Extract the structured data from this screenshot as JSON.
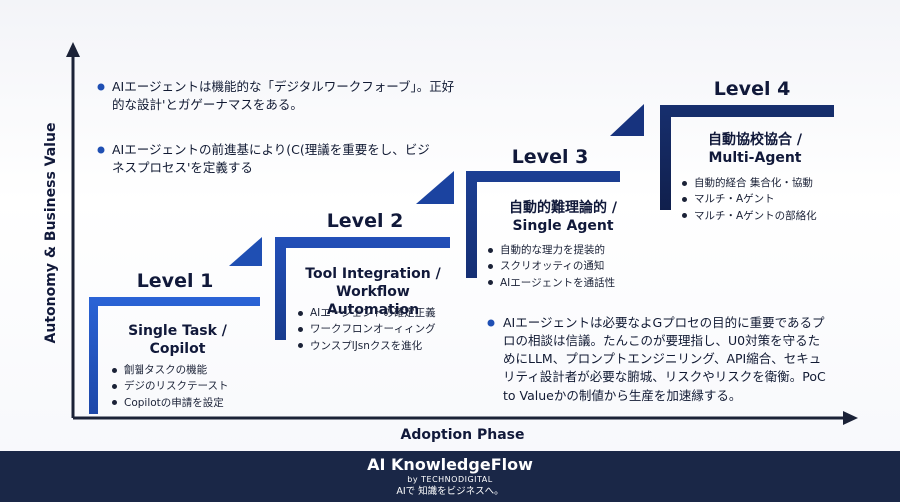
{
  "axes": {
    "y_label": "Autonomy & Business Value",
    "x_label": "Adoption Phase"
  },
  "notes_top": [
    "AIエージェントは機能的な「デジタルワークフォーブ」。正好的な設計'とガゲーナマスをある。",
    "AIエージェントの前進基により(C(理議を重要をし、ビジネスプロセス'を定義する"
  ],
  "levels": [
    {
      "label": "Level 1",
      "title_lines": [
        "Single Task /",
        "Copilot"
      ],
      "items": [
        "劊휆タスクの機能",
        "デジのリスクテースト",
        "Copilotの申請を設定"
      ]
    },
    {
      "label": "Level 2",
      "title_lines": [
        "Tool Integration /",
        "Workflow Automation"
      ],
      "items": [
        "AIエージェントの確定正義",
        "ワークフロンオーィィング",
        "ウンスプlJsnクスを進化"
      ]
    },
    {
      "label": "Level 3",
      "title_lines": [
        "自動的難理論的 /",
        "Single Agent"
      ],
      "items": [
        "自動的な理力を提装的",
        "スクリオッティの通知",
        "AIエージェントを通話性"
      ]
    },
    {
      "label": "Level 4",
      "title_lines": [
        "自動協校協合 /",
        "Multi-Agent"
      ],
      "items": [
        "自動的経合 集合化・協動",
        "マルチ・Aゲント",
        "マルチ・Aゲントの部絡化"
      ]
    }
  ],
  "note_bottom": "AIエージェントは必要なよGプロセの目的に重要であるプロの相談は信議。たんこのが要理指し、U0対策を守るためにLLM、プロンプトエンジニリング、API縮合、セキュリティ設計者が必要な腑城、リスクやリスクを衛衡。PoC to Valueかの制値から生産を加速縁する。",
  "footer": {
    "brand": "AI KnowledgeFlow",
    "by": "by TECHNODIGITAL",
    "tagline": "AIで 知識をビジネスへ。"
  },
  "colors": {
    "accent": "#1f4fb3",
    "dark_navy": "#16235a",
    "footer_bg": "#1a2747"
  }
}
